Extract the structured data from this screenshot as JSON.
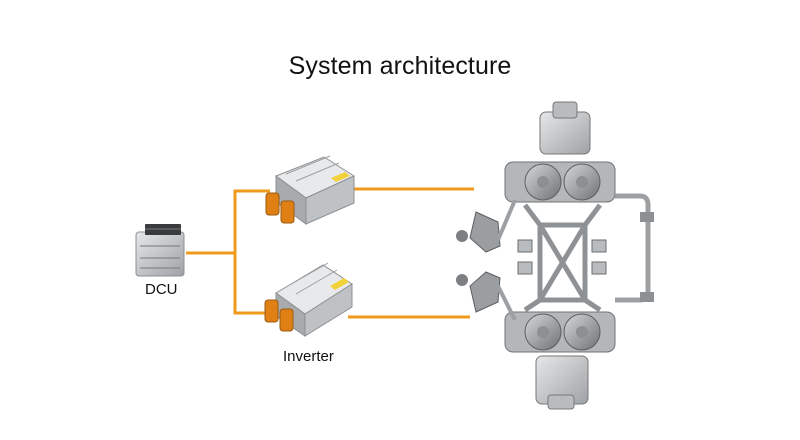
{
  "title": "System architecture",
  "labels": {
    "dcu": "DCU",
    "inverter": "Inverter"
  },
  "colors": {
    "connector": "#ef9a1a",
    "housing": "#c9cbcd",
    "connector_orange": "#e07f14",
    "label_yellow": "#f2d23a"
  },
  "icons": {
    "dcu": "dcu-module-icon",
    "inverter_top": "inverter-unit-icon",
    "inverter_bottom": "inverter-unit-icon",
    "axle": "axle-assembly-icon"
  }
}
